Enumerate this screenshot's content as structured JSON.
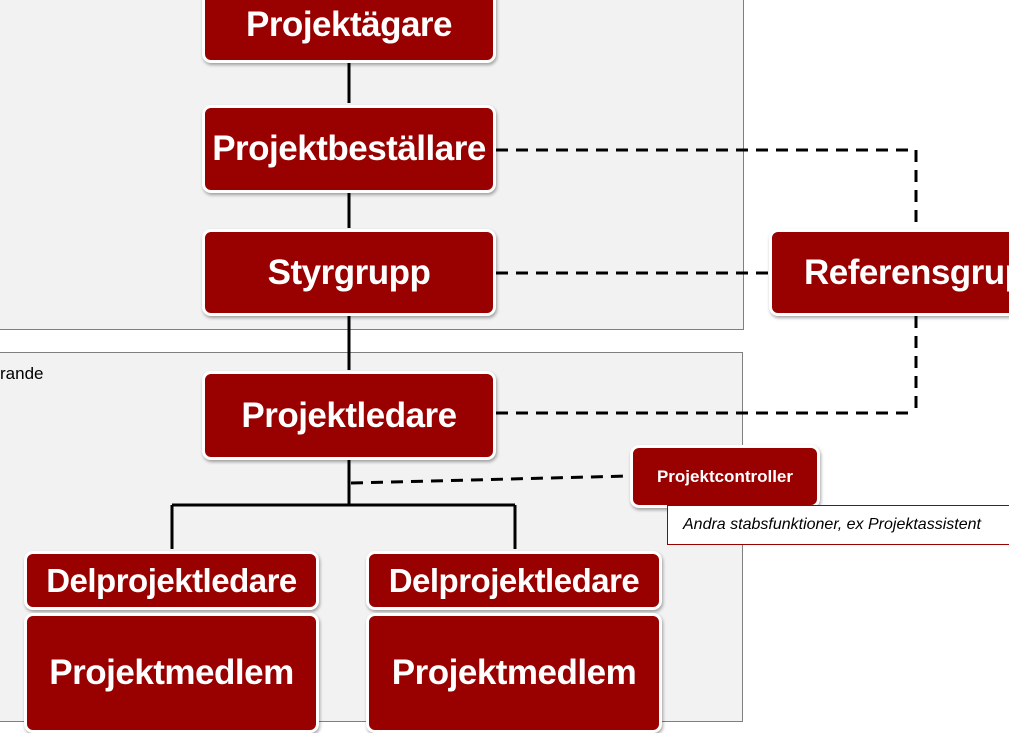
{
  "zones": {
    "operative_label": "rande"
  },
  "boxes": {
    "projektagare": "Projektägare",
    "projektbestallare": "Projektbeställare",
    "styrgrupp": "Styrgrupp",
    "referensgrupp": "Referensgrupp",
    "projektledare": "Projektledare",
    "projektcontroller": "Projektcontroller",
    "delprojektledare_1": "Delprojektledare",
    "delprojektledare_2": "Delprojektledare",
    "projektmedlem_1": "Projektmedlem",
    "projektmedlem_2": "Projektmedlem"
  },
  "note": "Andra stabsfunktioner, ex Projektassistent",
  "colors": {
    "box_fill": "#990000",
    "zone_fill": "#f2f2f2",
    "line": "#000000"
  }
}
